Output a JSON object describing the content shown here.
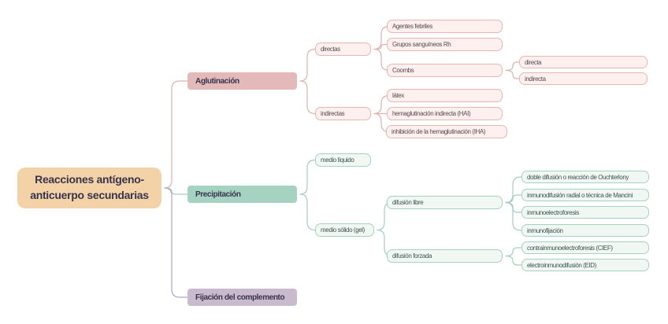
{
  "root": {
    "line1": "Reacciones antígeno-",
    "line2": "anticuerpo secundarias"
  },
  "branches": {
    "aglutinacion": {
      "label": "Aglutinación"
    },
    "precipitacion": {
      "label": "Precipitación"
    },
    "fijacion": {
      "label": "Fijación del complemento"
    }
  },
  "aglutinacion": {
    "directas": "directas",
    "indirectas": "indirectas",
    "agentes": "Agentes febriles",
    "grupos": "Grupos sanguíneos Rh",
    "coombs": "Coombs",
    "directa": "directa",
    "indirecta": "indirecta",
    "latex": "látex",
    "hai": "hemaglutinación indirecta (HAI)",
    "iha": "inhibición de la hemaglutinación (IHA)"
  },
  "precipitacion": {
    "medio_liquido": "medio líquido",
    "medio_solido": "medio sólido (gel)",
    "difusion_libre": "difusión libre",
    "difusion_forzada": "difusión forzada",
    "ouchterlony": "doble difusión o reacción de Ouchterlony",
    "mancini": "inmunodifusión radial o técnica de Mancini",
    "inmunoelectroforesis": "inmunoelectroforesis",
    "inmunofijacion": "inmunofijación",
    "cief": "contrainmunoelectroforesis (CIEF)",
    "eid": "electroinmunodifusión (EID)"
  },
  "colors": {
    "root_fill": "#f4d2a7",
    "pink_fill": "#e3b9b9",
    "green_fill": "#a6d2c1",
    "purple_fill": "#c9bacd",
    "pink_leaf_fill": "#fdf0ef",
    "pink_leaf_border": "#e6b7b2",
    "green_leaf_fill": "#f1f8f4",
    "green_leaf_border": "#a9d1c2",
    "pink_line": "#dfb2ae",
    "green_line": "#a3cec0",
    "purple_line": "#b3a4c2",
    "text_dark": "#37344c"
  }
}
